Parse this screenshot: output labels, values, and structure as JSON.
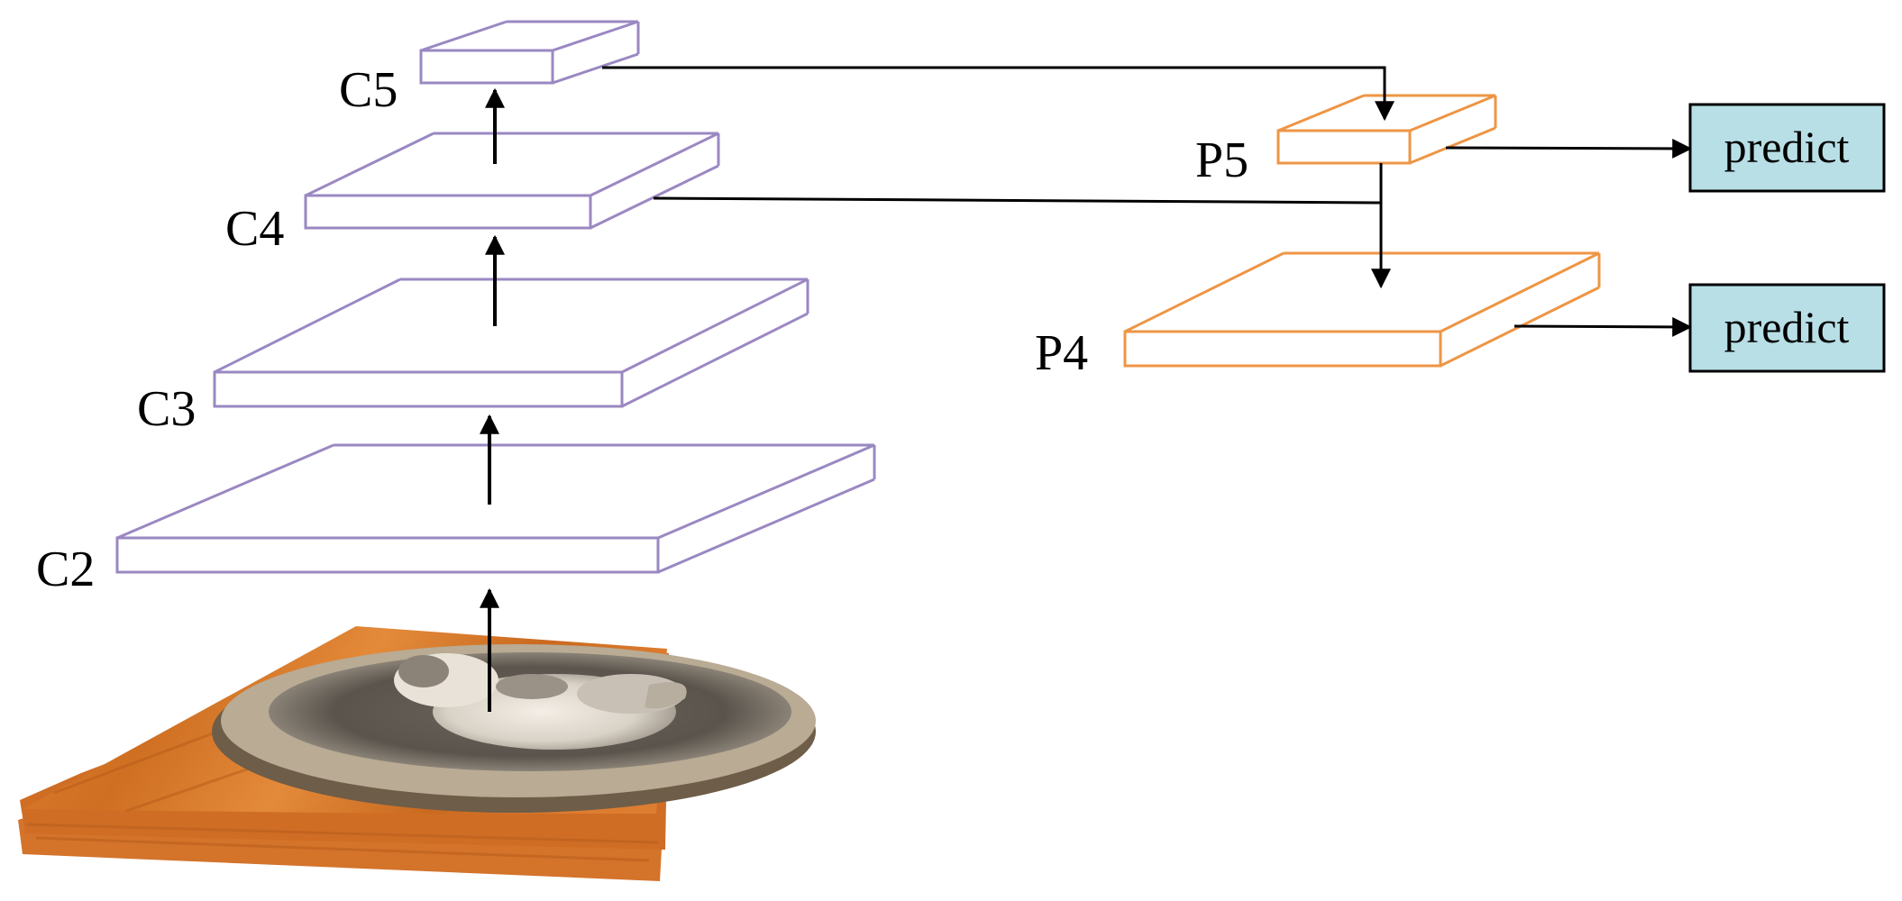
{
  "colors": {
    "backbone_stroke": "#9a88c2",
    "pyramid_stroke": "#ee9545",
    "predict_fill": "#b8dfe6",
    "predict_stroke": "#000000",
    "arrow": "#000000",
    "image_wood": "#d9782c"
  },
  "backbone": {
    "c2": {
      "label": "C2"
    },
    "c3": {
      "label": "C3"
    },
    "c4": {
      "label": "C4"
    },
    "c5": {
      "label": "C5"
    }
  },
  "pyramid": {
    "p4": {
      "label": "P4"
    },
    "p5": {
      "label": "P5"
    }
  },
  "heads": {
    "predict_p5": {
      "label": "predict"
    },
    "predict_p4": {
      "label": "predict"
    }
  },
  "input_image": {
    "subject": "cat lying in a round scratcher bed on wooden floor"
  }
}
